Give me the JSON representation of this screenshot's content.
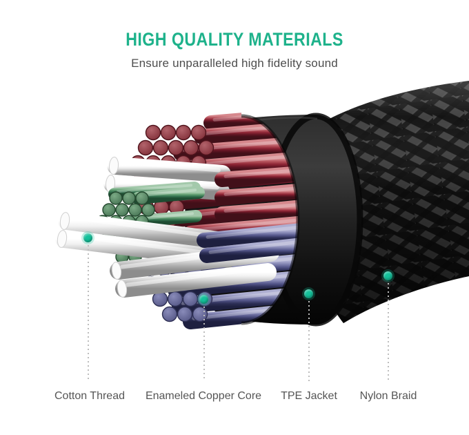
{
  "header": {
    "title": "HIGH QUALITY MATERIALS",
    "subtitle": "Ensure unparalleled high fidelity sound"
  },
  "callouts": [
    {
      "label": "Cotton Thread"
    },
    {
      "label": "Enameled Copper Core"
    },
    {
      "label": "TPE Jacket"
    },
    {
      "label": "Nylon Braid"
    }
  ],
  "colors": {
    "background": "#ffffff",
    "title": "#1eb28b",
    "subtitle": "#4d4d4d",
    "label": "#555555",
    "connector_line": "#bdbdbd",
    "callout_dot": "#14c29b",
    "red_stops": [
      "#d6888d",
      "#b5515b",
      "#8e2535",
      "#601523",
      "#421019"
    ],
    "red_face": [
      "#b2636b",
      "#7c2a34"
    ],
    "red_face_stroke": "#4f131c",
    "blue_stops": [
      "#aeafd2",
      "#8284b2",
      "#54568a",
      "#2e3058",
      "#1e2040"
    ],
    "blue_face": [
      "#898bb9",
      "#4f5180"
    ],
    "blue_face_stroke": "#2e3054",
    "green_stops": [
      "#a3c9ab",
      "#64a073",
      "#357350",
      "#1e4b31"
    ],
    "green_face": [
      "#7cab86",
      "#416e4f"
    ],
    "green_face_stroke": "#24492f",
    "white_stops": [
      "#ffffff",
      "#f1f1f1",
      "#d2d2d2",
      "#ababab",
      "#8d8d8d"
    ],
    "white_tip": "#fbfbfb",
    "white_tip_stroke": "#cfcfcf",
    "jacket_stops": [
      "#2e2e2e",
      "#3c3c3c",
      "#222222",
      "#101010",
      "#040404"
    ],
    "jacket_face": [
      "#1c1c1c",
      "#090909"
    ],
    "braid_base": "#181818",
    "braid_strip_light": "#404040",
    "braid_strip_edge": "#6a6a6a",
    "braid_strip_dark": "#0e0e0e"
  }
}
